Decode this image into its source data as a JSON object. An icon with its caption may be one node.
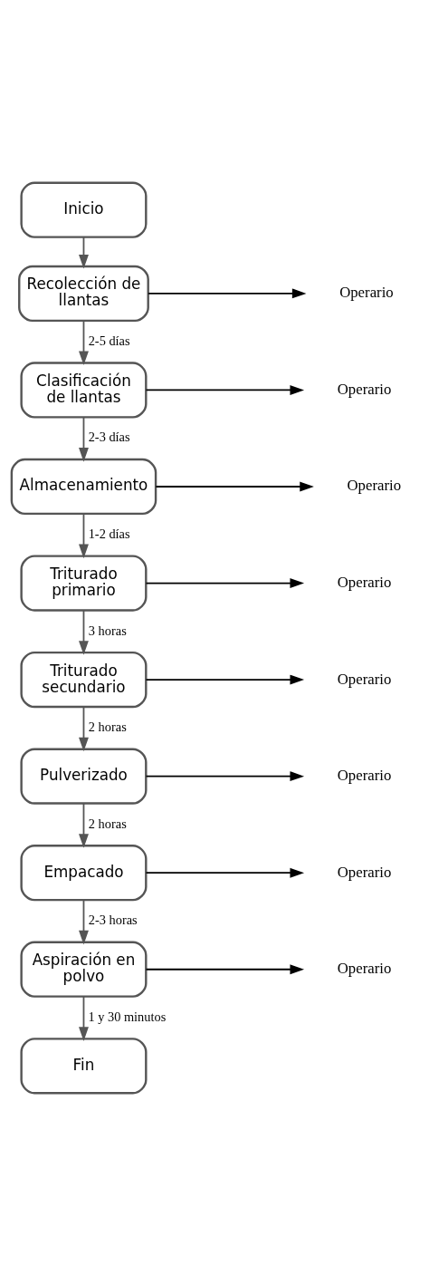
{
  "diagram": {
    "nodes": [
      {
        "text": [
          "Inicio"
        ]
      },
      {
        "text": [
          "Recolección de llantas"
        ]
      },
      {
        "text": [
          "Clasificación de llantas"
        ]
      },
      {
        "text": [
          "Almacenamiento"
        ]
      },
      {
        "text": [
          "Triturado primario"
        ]
      },
      {
        "text": [
          "Triturado secundario"
        ]
      },
      {
        "text": [
          "Pulverizado"
        ]
      },
      {
        "text": [
          "Empacado"
        ]
      },
      {
        "text": [
          "Aspiración en polvo"
        ]
      },
      {
        "text": [
          "Fin"
        ]
      },
      {
        "text": [
          "Operario"
        ]
      },
      {
        "text": [
          "Operario"
        ]
      },
      {
        "text": [
          "Operario"
        ]
      },
      {
        "text": [
          "Operario"
        ]
      },
      {
        "text": [
          "Operario"
        ]
      },
      {
        "text": [
          "Operario"
        ]
      },
      {
        "text": [
          "Operario"
        ]
      },
      {
        "text": [
          "Operario"
        ]
      }
    ],
    "edges": [
      {
        "from": 0,
        "to": 1,
        "arrow": "to"
      },
      {
        "from": 1,
        "to": 2,
        "arrow": "to",
        "label": "2-5 días"
      },
      {
        "from": 2,
        "to": 3,
        "arrow": "to",
        "label": "2-3 días"
      },
      {
        "from": 3,
        "to": 4,
        "arrow": "to",
        "label": "1-2 días"
      },
      {
        "from": 4,
        "to": 5,
        "arrow": "to",
        "label": "3 horas"
      },
      {
        "from": 5,
        "to": 6,
        "arrow": "to",
        "label": "2 horas"
      },
      {
        "from": 6,
        "to": 7,
        "arrow": "to",
        "label": "2 horas"
      },
      {
        "from": 7,
        "to": 8,
        "arrow": "to",
        "label": "2-3 horas"
      },
      {
        "from": 8,
        "to": 9,
        "arrow": "to",
        "label": "1 y 30 minutos"
      },
      {
        "from": 1,
        "to": 10,
        "arrow": "to",
        "color": "#000000"
      },
      {
        "from": 2,
        "to": 11,
        "arrow": "to",
        "color": "#000000"
      },
      {
        "from": 3,
        "to": 12,
        "arrow": "to",
        "color": "#000000"
      },
      {
        "from": 4,
        "to": 13,
        "arrow": "to",
        "color": "#000000"
      },
      {
        "from": 5,
        "to": 14,
        "arrow": "to",
        "color": "#000000"
      },
      {
        "from": 6,
        "to": 15,
        "arrow": "to",
        "color": "#000000"
      },
      {
        "from": 7,
        "to": 16,
        "arrow": "to",
        "color": "#000000"
      },
      {
        "from": 8,
        "to": 17,
        "arrow": "to",
        "color": "#000000"
      }
    ]
  }
}
